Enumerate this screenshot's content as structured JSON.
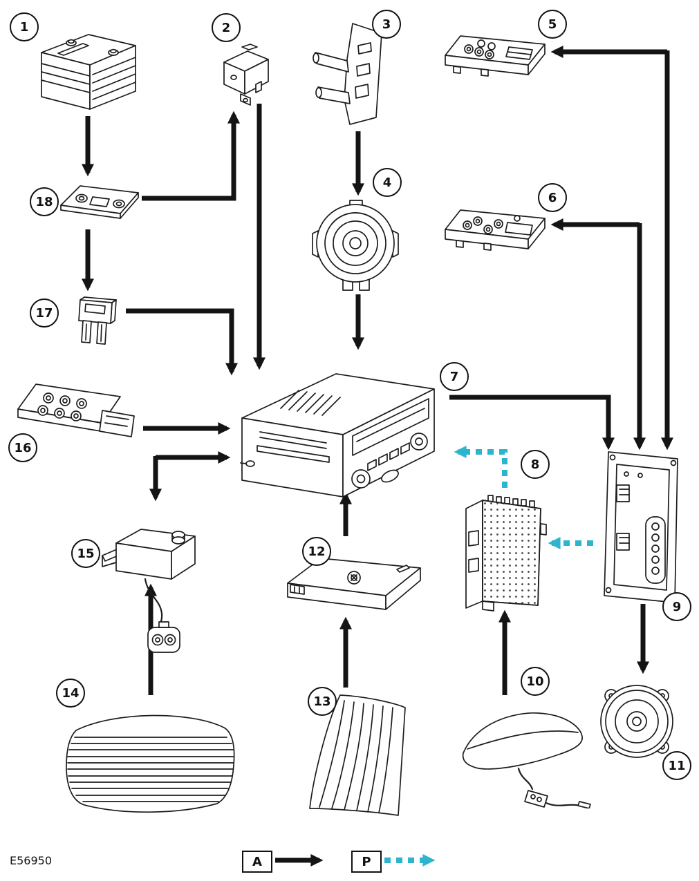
{
  "figure": {
    "code": "E56950"
  },
  "legend": {
    "solid_label": "A",
    "dotted_label": "P"
  },
  "colors": {
    "solid_arrow": "#141414",
    "dotted_arrow": "#2cb5cd",
    "line": "#1c1c1c"
  },
  "components": [
    {
      "callout": "1",
      "name": "battery"
    },
    {
      "callout": "2",
      "name": "relay"
    },
    {
      "callout": "3",
      "name": "steering-column-switch"
    },
    {
      "callout": "4",
      "name": "clockspring"
    },
    {
      "callout": "5",
      "name": "door-switch-pack-front"
    },
    {
      "callout": "6",
      "name": "door-switch-pack-rear"
    },
    {
      "callout": "7",
      "name": "audio-head-unit"
    },
    {
      "callout": "8",
      "name": "audio-module"
    },
    {
      "callout": "9",
      "name": "amplifier"
    },
    {
      "callout": "10",
      "name": "antenna-pod"
    },
    {
      "callout": "11",
      "name": "speaker"
    },
    {
      "callout": "12",
      "name": "antenna-amplifier-module"
    },
    {
      "callout": "13",
      "name": "quarter-glass-antenna"
    },
    {
      "callout": "14",
      "name": "rear-window-antenna"
    },
    {
      "callout": "15",
      "name": "module-with-harness"
    },
    {
      "callout": "16",
      "name": "remote-switch-pack"
    },
    {
      "callout": "17",
      "name": "blade-fuse"
    },
    {
      "callout": "18",
      "name": "fusible-link"
    }
  ],
  "connections": {
    "solid": [
      "127,168 127,250",
      "205,287 338,287 338,166",
      "127,332 127,416",
      "375,150 375,530",
      "182,450 335,450 335,538",
      "518,190 518,278",
      "518,426 518,501",
      "207,620 328,620",
      "225,662 328,662",
      "225,660 225,720",
      "650,575 880,575 880,646",
      "925,325 802,325",
      "925,323 925,646",
      "965,75 802,75",
      "965,73 965,646",
      "930,874 930,970",
      "730,1006 730,888",
      "500,995 500,898",
      "500,776 500,717",
      "218,1006 218,850",
      "398,1245 462,1245"
    ],
    "dotted": [
      "730,706 730,654 662,654",
      "858,786 798,786",
      "556,1245 624,1245"
    ]
  }
}
